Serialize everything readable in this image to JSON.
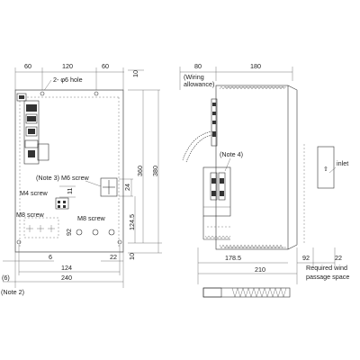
{
  "front_view": {
    "dims_top": [
      "60",
      "120",
      "60"
    ],
    "dim_top_right": "10",
    "hole_label": "2- φ6 hole",
    "dims_right": [
      "360",
      "380"
    ],
    "dim_24": "24",
    "dim_11": "11",
    "dim_124_5": "124.5",
    "dim_92": "92",
    "dim_10_bottom": "10",
    "dims_bottom_row1": [
      "6",
      "22"
    ],
    "dim_124": "124",
    "dim_240": "240",
    "dim_6_paren": "(6)",
    "note2": "(Note 2)",
    "note3": "(Note 3)",
    "m6_screw": "M6 screw",
    "m4_screw": "M4 screw",
    "m8_screw_left": "M8 screw",
    "m8_screw_right": "M8 screw"
  },
  "side_view": {
    "dim_80": "80",
    "dim_180": "180",
    "wiring_allowance": [
      "(Wiring",
      "allowance)"
    ],
    "note4": "(Note 4)",
    "inlet": "inlet",
    "dim_178_5": "178.5",
    "dim_92": "92",
    "dim_22": "22",
    "dim_210": "210",
    "required_wind": [
      "Required wind",
      "passage space"
    ]
  }
}
